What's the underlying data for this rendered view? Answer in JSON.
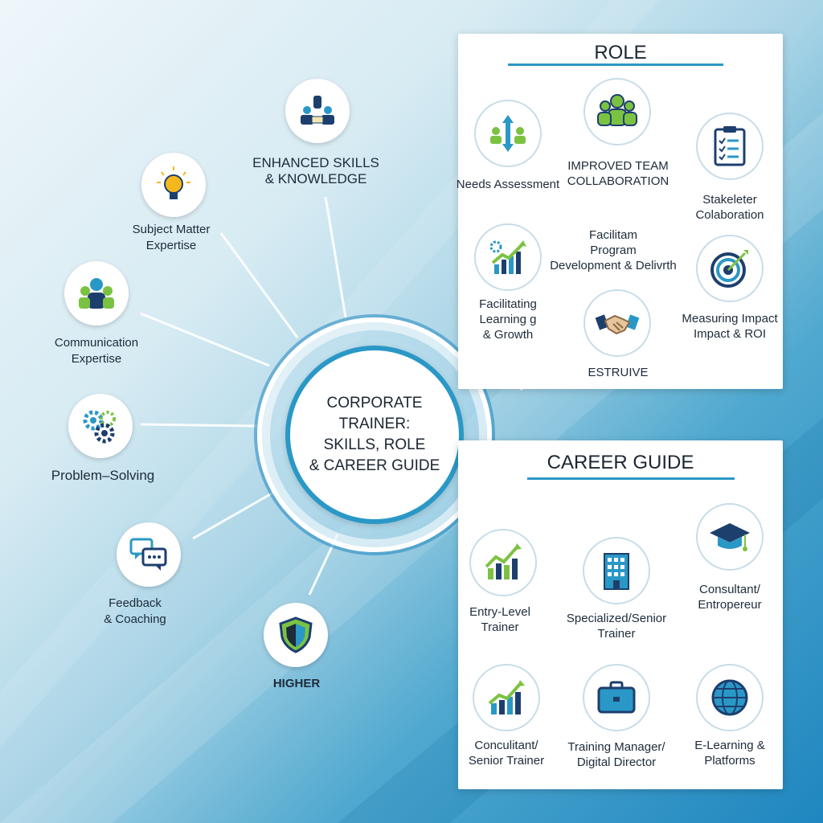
{
  "hub": {
    "line1": "CORPORATE TRAINER:",
    "line2": "SKILLS, ROLE",
    "line3": "& CAREER GUIDE"
  },
  "skills": {
    "enhanced": {
      "line1": "ENHANCED SKILLS",
      "line2": "& KNOWLEDGE",
      "icon": "team-presentation-icon"
    },
    "subject": {
      "line1": "Subject Matter",
      "line2": "Expertise",
      "icon": "lightbulb-icon"
    },
    "communication": {
      "line1": "Communication",
      "line2": "Expertise",
      "icon": "people-icon"
    },
    "problem": {
      "line1": "Problem–Solving",
      "icon": "gears-icon"
    },
    "feedback": {
      "line1": "Feedback",
      "line2": "& Coaching",
      "icon": "chat-bubbles-icon"
    },
    "higher": {
      "line1": "HIGHER",
      "icon": "shield-icon"
    }
  },
  "role": {
    "title": "ROLE",
    "items": [
      {
        "line1": "Needs Assessment",
        "line2": "",
        "icon": "arrows-people-icon"
      },
      {
        "line1": "IMPROVED TEAM",
        "line2": "COLLABORATION",
        "icon": "team-icon"
      },
      {
        "line1": "Stakeleter",
        "line2": "Colaboration",
        "icon": "clipboard-checklist-icon"
      },
      {
        "line1": "Facilitating",
        "line2": "Learning g",
        "line3": "& Growth",
        "icon": "growth-chart-gear-icon"
      },
      {
        "line1": "Facilitam",
        "line2": "Program",
        "line3": "Development & Delivrth",
        "icon": ""
      },
      {
        "line1": "Measuring Impact",
        "line2": "Impact & ROI",
        "icon": "target-icon"
      },
      {
        "line1": "ESTRUIVE",
        "line2": "",
        "icon": "handshake-icon"
      }
    ]
  },
  "career": {
    "title": "CAREER GUIDE",
    "items": [
      {
        "line1": "Entry-Level",
        "line2": "Trainer",
        "icon": "bar-chart-up-icon"
      },
      {
        "line1": "Specialized/Senior",
        "line2": "Trainer",
        "icon": "building-icon"
      },
      {
        "line1": "Consultant/",
        "line2": "Entropereur",
        "icon": "graduation-cap-icon"
      },
      {
        "line1": "Conculitant/",
        "line2": "Senior Trainer",
        "icon": "growth-chart-icon"
      },
      {
        "line1": "Training Manager/",
        "line2": "Digital Director",
        "icon": "briefcase-icon"
      },
      {
        "line1": "E-Learning &",
        "line2": "Platforms",
        "icon": "globe-icon"
      }
    ]
  },
  "colors": {
    "accent": "#2a98c6",
    "green": "#7cc242",
    "navy": "#1d3f6e",
    "yellow": "#f5b81c"
  }
}
